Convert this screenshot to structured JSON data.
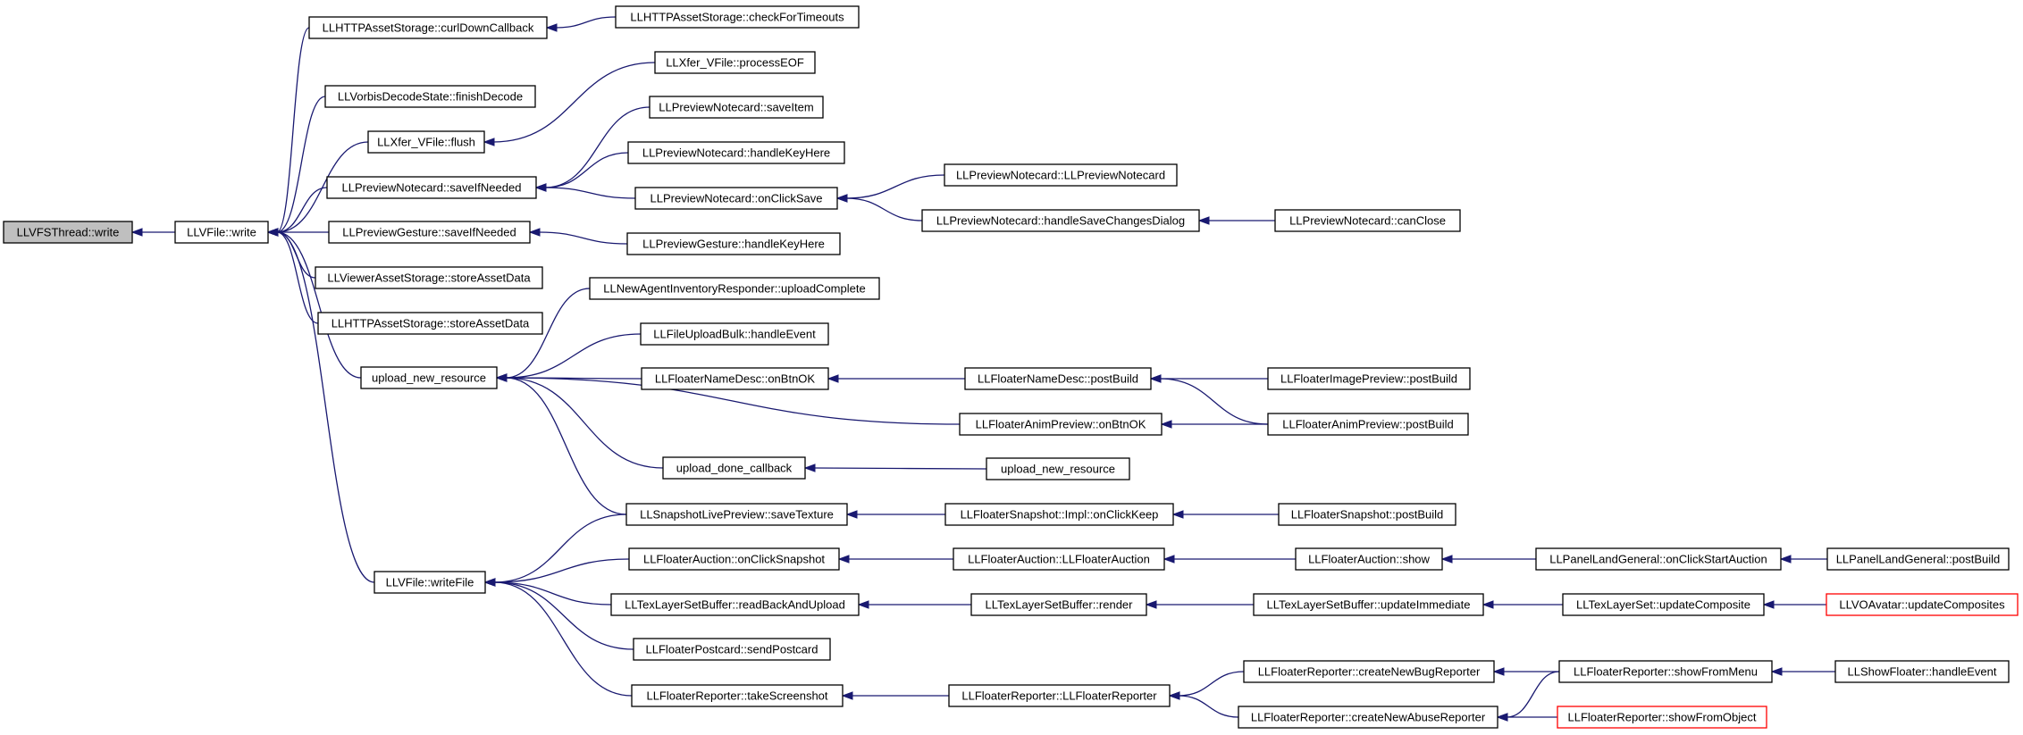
{
  "graph": {
    "root": "n0",
    "colors": {
      "edge": "#191970",
      "root_fill": "#bfbfbf",
      "node_border": "#000000",
      "truncated_border": "#ff0000"
    },
    "nodes": [
      {
        "id": "n0",
        "label": "LLVFSThread::write",
        "root": true
      },
      {
        "id": "n1",
        "label": "LLVFile::write"
      },
      {
        "id": "n2",
        "label": "LLHTTPAssetStorage::curlDownCallback"
      },
      {
        "id": "n3",
        "label": "LLHTTPAssetStorage::checkForTimeouts"
      },
      {
        "id": "n4",
        "label": "LLVorbisDecodeState::finishDecode"
      },
      {
        "id": "n5",
        "label": "LLXfer_VFile::flush"
      },
      {
        "id": "n6",
        "label": "LLXfer_VFile::processEOF"
      },
      {
        "id": "n7",
        "label": "LLPreviewNotecard::saveIfNeeded"
      },
      {
        "id": "n8",
        "label": "LLPreviewNotecard::saveItem"
      },
      {
        "id": "n9",
        "label": "LLPreviewNotecard::handleKeyHere"
      },
      {
        "id": "n10",
        "label": "LLPreviewNotecard::onClickSave"
      },
      {
        "id": "n11",
        "label": "LLPreviewNotecard::LLPreviewNotecard"
      },
      {
        "id": "n12",
        "label": "LLPreviewNotecard::handleSaveChangesDialog"
      },
      {
        "id": "n13",
        "label": "LLPreviewNotecard::canClose"
      },
      {
        "id": "n14",
        "label": "LLPreviewGesture::saveIfNeeded"
      },
      {
        "id": "n15",
        "label": "LLPreviewGesture::handleKeyHere"
      },
      {
        "id": "n16",
        "label": "LLViewerAssetStorage::storeAssetData"
      },
      {
        "id": "n17",
        "label": "LLHTTPAssetStorage::storeAssetData"
      },
      {
        "id": "n18",
        "label": "upload_new_resource"
      },
      {
        "id": "n19",
        "label": "LLNewAgentInventoryResponder::uploadComplete"
      },
      {
        "id": "n20",
        "label": "LLFileUploadBulk::handleEvent"
      },
      {
        "id": "n21",
        "label": "LLFloaterNameDesc::onBtnOK"
      },
      {
        "id": "n22",
        "label": "LLFloaterNameDesc::postBuild"
      },
      {
        "id": "n23",
        "label": "LLFloaterImagePreview::postBuild"
      },
      {
        "id": "n24",
        "label": "LLFloaterAnimPreview::onBtnOK"
      },
      {
        "id": "n25",
        "label": "LLFloaterAnimPreview::postBuild"
      },
      {
        "id": "n26",
        "label": "upload_done_callback"
      },
      {
        "id": "n27",
        "label": "upload_new_resource"
      },
      {
        "id": "n28",
        "label": "LLSnapshotLivePreview::saveTexture"
      },
      {
        "id": "n29",
        "label": "LLFloaterSnapshot::Impl::onClickKeep"
      },
      {
        "id": "n30",
        "label": "LLFloaterSnapshot::postBuild"
      },
      {
        "id": "n31",
        "label": "LLVFile::writeFile"
      },
      {
        "id": "n32",
        "label": "LLFloaterAuction::onClickSnapshot"
      },
      {
        "id": "n33",
        "label": "LLFloaterAuction::LLFloaterAuction"
      },
      {
        "id": "n34",
        "label": "LLFloaterAuction::show"
      },
      {
        "id": "n35",
        "label": "LLPanelLandGeneral::onClickStartAuction"
      },
      {
        "id": "n36",
        "label": "LLPanelLandGeneral::postBuild"
      },
      {
        "id": "n37",
        "label": "LLTexLayerSetBuffer::readBackAndUpload"
      },
      {
        "id": "n38",
        "label": "LLTexLayerSetBuffer::render"
      },
      {
        "id": "n39",
        "label": "LLTexLayerSetBuffer::updateImmediate"
      },
      {
        "id": "n40",
        "label": "LLTexLayerSet::updateComposite"
      },
      {
        "id": "n41",
        "label": "LLVOAvatar::updateComposites",
        "truncated": true
      },
      {
        "id": "n42",
        "label": "LLFloaterPostcard::sendPostcard"
      },
      {
        "id": "n43",
        "label": "LLFloaterReporter::takeScreenshot"
      },
      {
        "id": "n44",
        "label": "LLFloaterReporter::LLFloaterReporter"
      },
      {
        "id": "n45",
        "label": "LLFloaterReporter::createNewBugReporter"
      },
      {
        "id": "n46",
        "label": "LLFloaterReporter::showFromMenu"
      },
      {
        "id": "n47",
        "label": "LLShowFloater::handleEvent"
      },
      {
        "id": "n48",
        "label": "LLFloaterReporter::createNewAbuseReporter"
      },
      {
        "id": "n49",
        "label": "LLFloaterReporter::showFromObject",
        "truncated": true
      }
    ],
    "edges": [
      {
        "from": "n1",
        "to": "n0"
      },
      {
        "from": "n2",
        "to": "n1"
      },
      {
        "from": "n3",
        "to": "n2"
      },
      {
        "from": "n4",
        "to": "n1"
      },
      {
        "from": "n5",
        "to": "n1"
      },
      {
        "from": "n6",
        "to": "n5"
      },
      {
        "from": "n7",
        "to": "n1"
      },
      {
        "from": "n8",
        "to": "n7"
      },
      {
        "from": "n9",
        "to": "n7"
      },
      {
        "from": "n10",
        "to": "n7"
      },
      {
        "from": "n11",
        "to": "n10"
      },
      {
        "from": "n12",
        "to": "n10"
      },
      {
        "from": "n13",
        "to": "n12"
      },
      {
        "from": "n14",
        "to": "n1"
      },
      {
        "from": "n15",
        "to": "n14"
      },
      {
        "from": "n16",
        "to": "n1"
      },
      {
        "from": "n17",
        "to": "n1"
      },
      {
        "from": "n18",
        "to": "n1"
      },
      {
        "from": "n19",
        "to": "n18"
      },
      {
        "from": "n20",
        "to": "n18"
      },
      {
        "from": "n21",
        "to": "n18"
      },
      {
        "from": "n22",
        "to": "n21"
      },
      {
        "from": "n23",
        "to": "n22"
      },
      {
        "from": "n25",
        "to": "n22"
      },
      {
        "from": "n24",
        "to": "n18"
      },
      {
        "from": "n25",
        "to": "n24"
      },
      {
        "from": "n26",
        "to": "n18"
      },
      {
        "from": "n27",
        "to": "n26"
      },
      {
        "from": "n28",
        "to": "n18"
      },
      {
        "from": "n29",
        "to": "n28"
      },
      {
        "from": "n30",
        "to": "n29"
      },
      {
        "from": "n31",
        "to": "n1"
      },
      {
        "from": "n28",
        "to": "n31"
      },
      {
        "from": "n32",
        "to": "n31"
      },
      {
        "from": "n33",
        "to": "n32"
      },
      {
        "from": "n34",
        "to": "n33"
      },
      {
        "from": "n35",
        "to": "n34"
      },
      {
        "from": "n36",
        "to": "n35"
      },
      {
        "from": "n37",
        "to": "n31"
      },
      {
        "from": "n38",
        "to": "n37"
      },
      {
        "from": "n39",
        "to": "n38"
      },
      {
        "from": "n40",
        "to": "n39"
      },
      {
        "from": "n41",
        "to": "n40"
      },
      {
        "from": "n42",
        "to": "n31"
      },
      {
        "from": "n43",
        "to": "n31"
      },
      {
        "from": "n44",
        "to": "n43"
      },
      {
        "from": "n45",
        "to": "n44"
      },
      {
        "from": "n46",
        "to": "n45"
      },
      {
        "from": "n47",
        "to": "n46"
      },
      {
        "from": "n48",
        "to": "n44"
      },
      {
        "from": "n46",
        "to": "n48"
      },
      {
        "from": "n49",
        "to": "n48"
      }
    ]
  }
}
